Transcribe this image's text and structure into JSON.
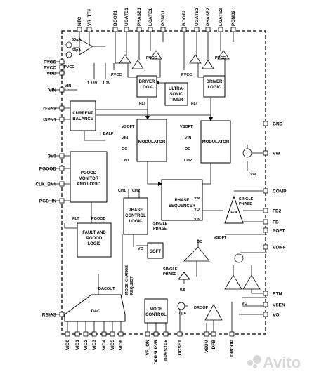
{
  "pins": {
    "top": [
      "NTC",
      "VR_TT#",
      "BOOT1",
      "UGATE1",
      "PHASE1",
      "LGATE1",
      "PGND1",
      "BOOT2",
      "UGATE2",
      "PHASE2",
      "LGATE2",
      "PGND2"
    ],
    "left": [
      "PVCC",
      "VDD",
      "PVCC",
      "VIN",
      "ISEN2",
      "ISEN1",
      "3V3",
      "PGOOD",
      "CLK_EN#",
      "PGD_IN",
      "RBIAS"
    ],
    "right": [
      "GND",
      "VW",
      "COMP",
      "FB2",
      "FB",
      "SOFT",
      "VDIFF",
      "RTN",
      "VSEN",
      "VO"
    ],
    "bottom": [
      "VID0",
      "VID1",
      "VID2",
      "VID3",
      "VID4",
      "VID5",
      "VID6",
      "VR_ON",
      "DPRSLPVR",
      "DPRSTP#",
      "OCSET",
      "VSUM",
      "DFB",
      "DROOP"
    ]
  },
  "blocks": {
    "driver1": [
      "DRIVER",
      "LOGIC"
    ],
    "driver2": [
      "DRIVER",
      "LOGIC"
    ],
    "ultrasonic": [
      "ULTRA-",
      "SONIC",
      "TIMER"
    ],
    "current_balance": [
      "CURRENT",
      "BALANCE"
    ],
    "modulator1": "MODULATOR",
    "modulator2": "MODULATOR",
    "pgood": [
      "PGOOD",
      "MONITOR",
      "AND LOGIC"
    ],
    "fault": [
      "FAULT AND",
      "PGOOD",
      "LOGIC"
    ],
    "phase_seq": [
      "PHASE",
      "SEQUENCER"
    ],
    "phase_ctrl": [
      "PHASE",
      "CONTROL",
      "LOGIC"
    ],
    "soft": "SOFT",
    "mode_ctrl": [
      "MODE",
      "CONTROL"
    ],
    "dac": "DAC",
    "ea": "E/A"
  },
  "labels": {
    "ua60": "60µA",
    "ua54": "54µA",
    "pvcc_in": "PVCC",
    "vin_in": "VIN",
    "v118": "1.18V",
    "v12": "1.2V",
    "pvcc_d1": "PVCC",
    "pvcc_d2": "PVCC",
    "pvcc_b1": "PVCC",
    "pvcc_b2": "PVCC",
    "flt1": "FLT",
    "flt2": "FLT",
    "flt3": "FLT",
    "i_balf": "I_BALF",
    "vsoft1": "VSOFT",
    "vin1": "VIN",
    "oc1": "OC",
    "ch1_m": "CH1",
    "vsoft2": "VSOFT",
    "vin2": "VIN",
    "oc2": "OC",
    "ch2_m": "CH2",
    "ch1_p": "CH1",
    "ch2_p": "CH2",
    "vw_s": "Vw",
    "vo_s": "VO",
    "vin_s": "VIN",
    "single_phase1": [
      "SINGLE",
      "PHASE"
    ],
    "single_phase2": [
      "SINGLE",
      "PHASE"
    ],
    "single_phase3": [
      "SINGLE",
      "PHASE"
    ],
    "vw_small": "Vw",
    "vsoft_bot": "VSOFT",
    "pgood_sig": "PGOOD",
    "vo_soft": "VO",
    "oc_amp": "OC",
    "mode_change": [
      "MODE CHANGE",
      "REQUEST"
    ],
    "dacout": "DACOUT",
    "droop_lbl": "DROOP",
    "ua10": "10µA",
    "vo_amp": "VO",
    "v08": "0.8"
  },
  "watermark": "Avito"
}
